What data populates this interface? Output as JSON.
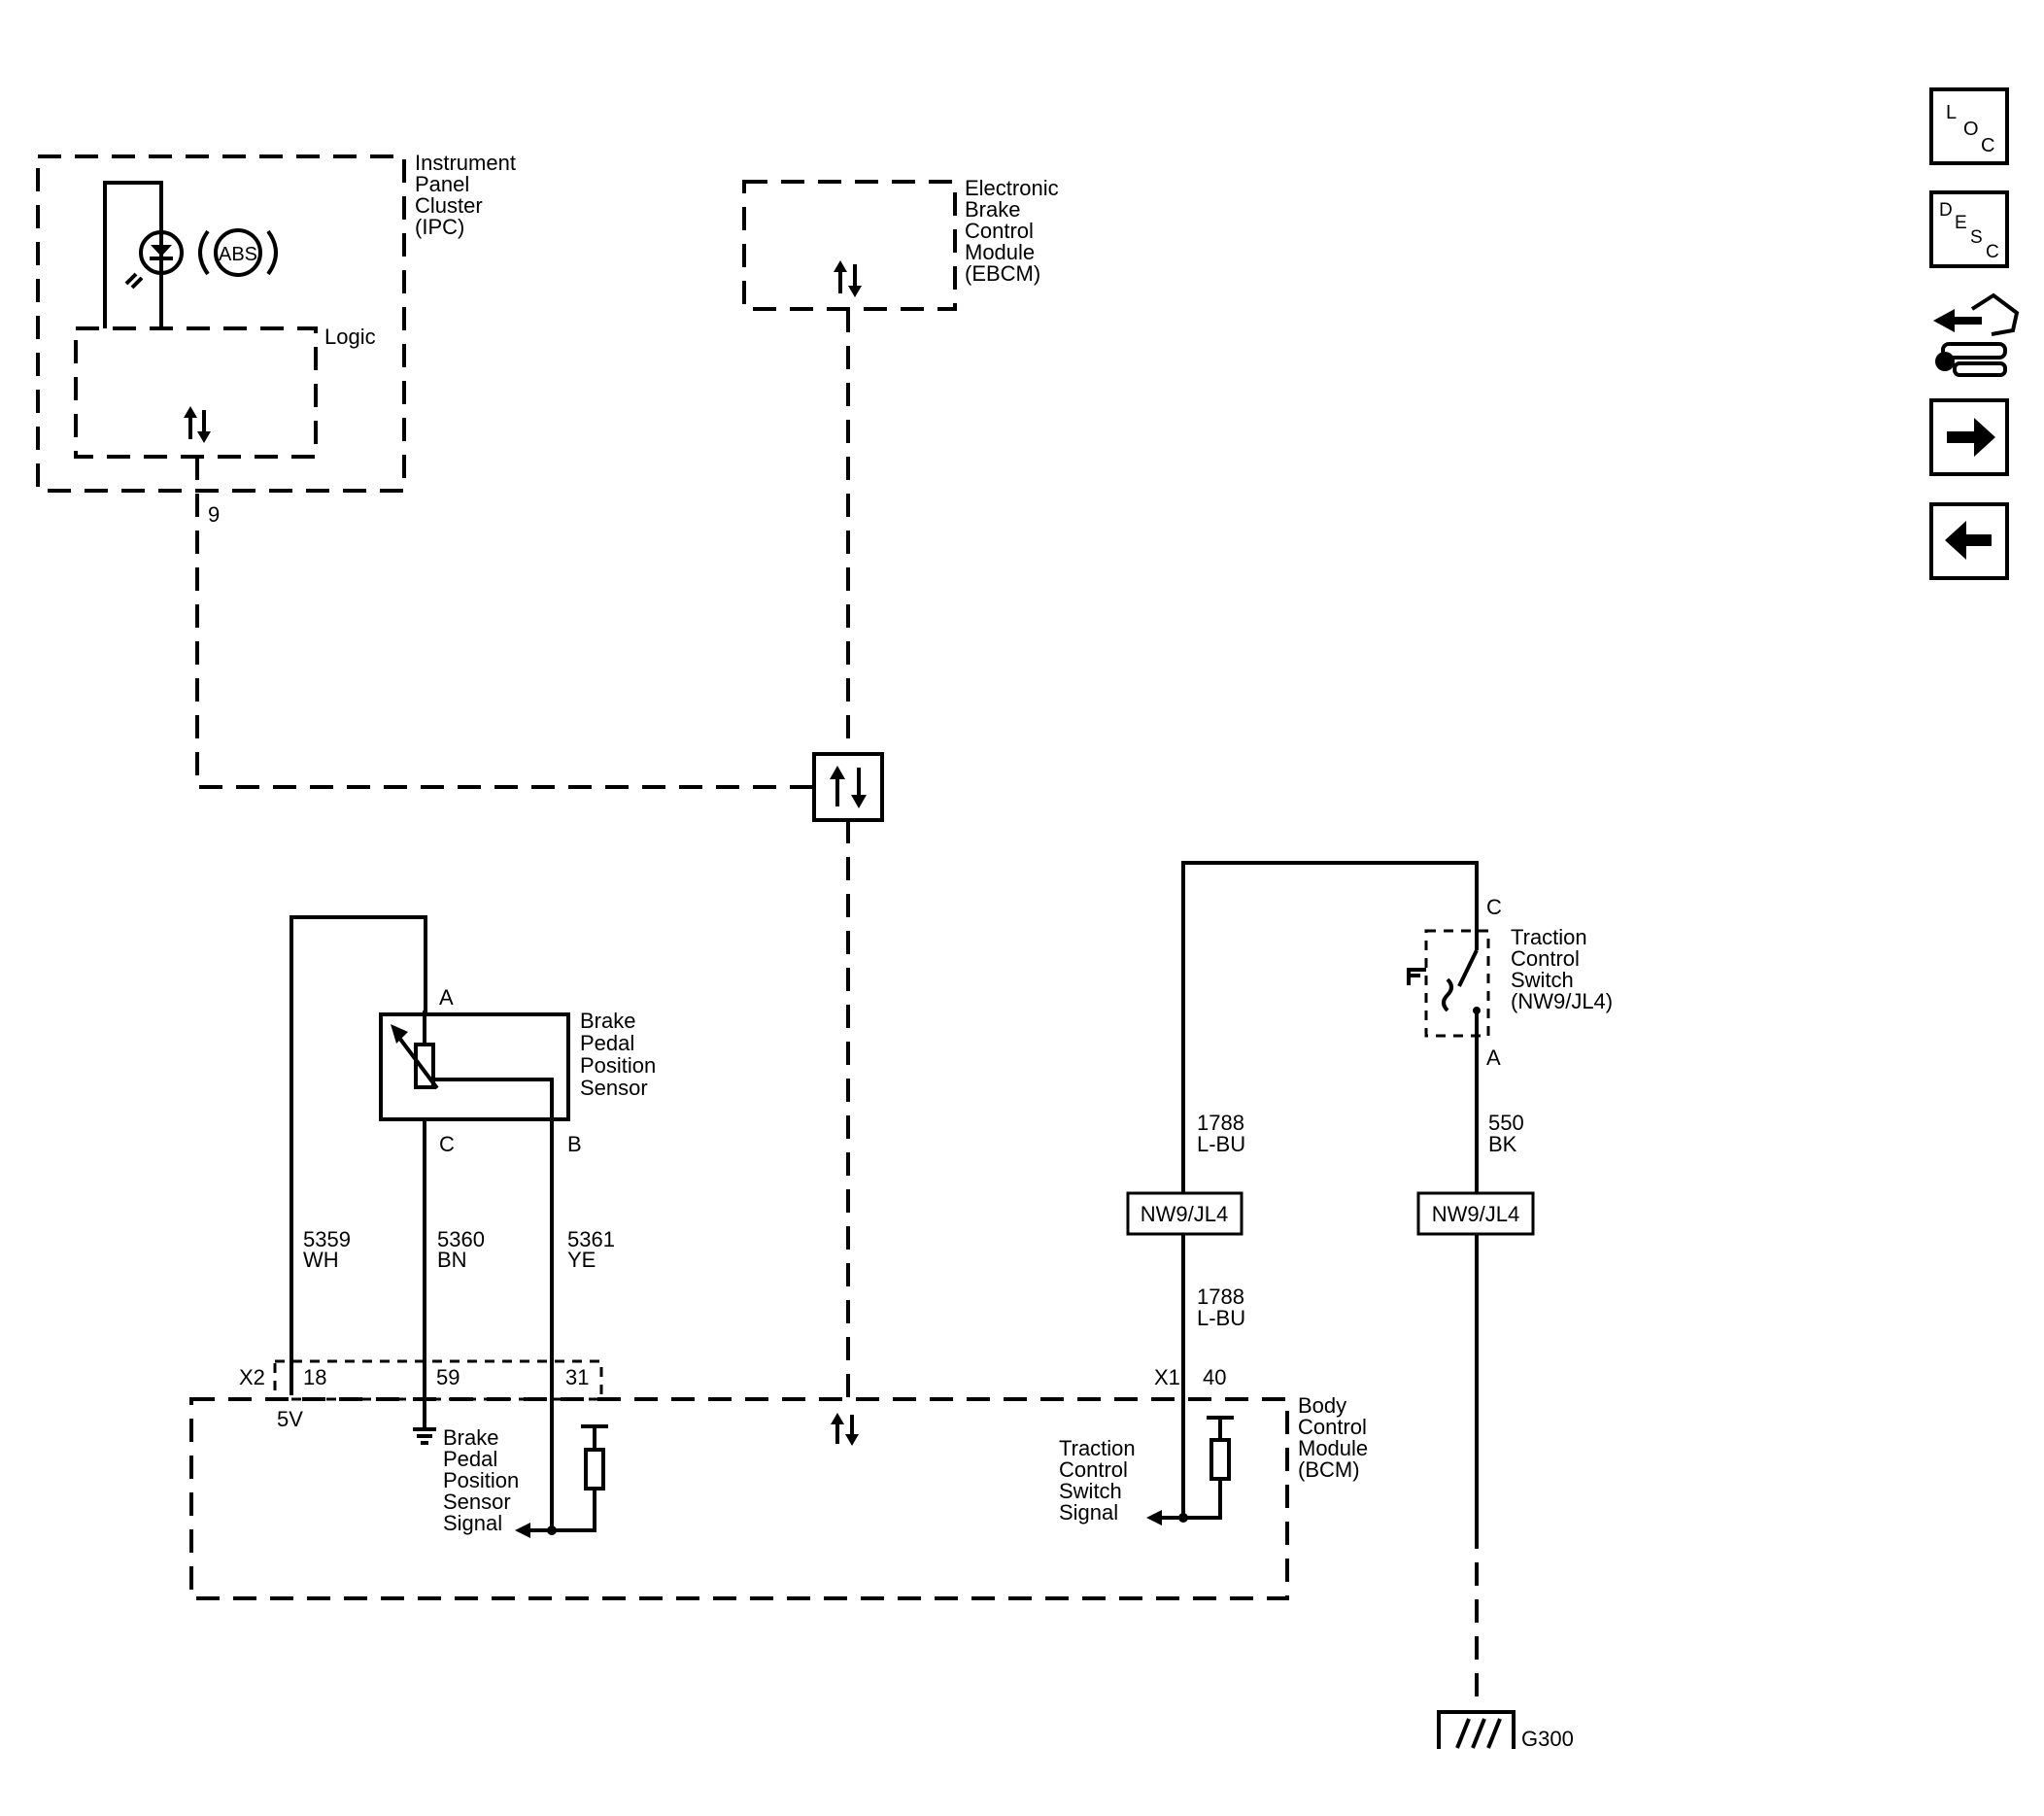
{
  "modules": {
    "ipc": {
      "lines": [
        "Instrument",
        "Panel",
        "Cluster",
        "(IPC)"
      ],
      "logic_label": "Logic",
      "lamp_label": "ABS",
      "pin": "9"
    },
    "ebcm": {
      "lines": [
        "Electronic",
        "Brake",
        "Control",
        "Module",
        "(EBCM)"
      ]
    },
    "bcm": {
      "lines": [
        "Body",
        "Control",
        "Module",
        "(BCM)"
      ],
      "x2_label": "X2",
      "x1_label": "X1",
      "pins": {
        "p18": "18",
        "p59": "59",
        "p31": "31",
        "p40": "40"
      },
      "v5_label": "5V",
      "bpps_signal": [
        "Brake",
        "Pedal",
        "Position",
        "Sensor",
        "Signal"
      ],
      "tcs_signal": [
        "Traction",
        "Control",
        "Switch",
        "Signal"
      ]
    }
  },
  "sensor": {
    "lines": [
      "Brake",
      "Pedal",
      "Position",
      "Sensor"
    ],
    "pin_a": "A",
    "pin_b": "B",
    "pin_c": "C"
  },
  "switch": {
    "lines": [
      "Traction",
      "Control",
      "Switch",
      "(NW9/JL4)"
    ],
    "pin_c": "C",
    "pin_a": "A"
  },
  "wires": {
    "w5359": {
      "circuit": "5359",
      "color": "WH"
    },
    "w5360": {
      "circuit": "5360",
      "color": "BN"
    },
    "w5361": {
      "circuit": "5361",
      "color": "YE"
    },
    "w1788a": {
      "circuit": "1788",
      "color": "L-BU"
    },
    "w1788b": {
      "circuit": "1788",
      "color": "L-BU"
    },
    "w550": {
      "circuit": "550",
      "color": "BK"
    }
  },
  "options": {
    "left": "NW9/JL4",
    "right": "NW9/JL4"
  },
  "ground": {
    "label": "G300"
  },
  "nav": {
    "loc": {
      "l1": "L",
      "l2": "O",
      "l3": "C"
    },
    "desc": {
      "l1": "D",
      "l2": "E",
      "l3": "S",
      "l4": "C"
    }
  }
}
